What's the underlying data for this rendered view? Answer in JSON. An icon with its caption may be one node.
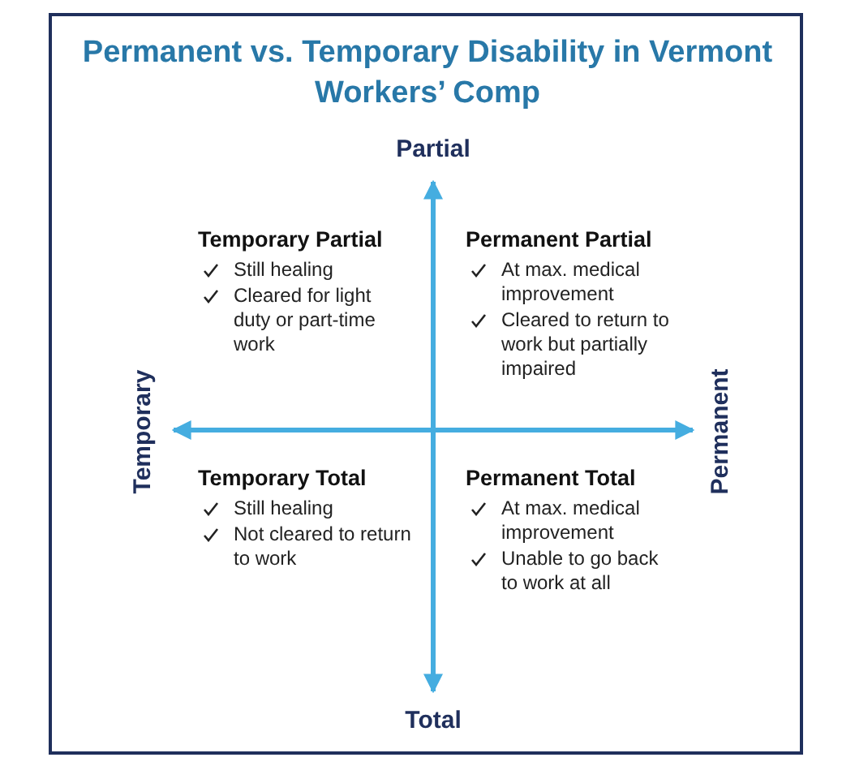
{
  "diagram": {
    "title": "Permanent vs. Temporary Disability in Vermont Workers’ Comp",
    "labels": [
      "Partial",
      "Temporary Partial",
      "Still healing",
      "Cleared for light duty or part-time work",
      "Permanent Partial",
      "At max. medical improvement",
      "Cleared to return to work but partially impaired",
      "Temporary",
      "Permanent",
      "Temporary Total",
      "Still healing",
      "Not cleared to return to work",
      "Permanent Total",
      "At max. medical improvement",
      "Unable to go back to work at all",
      "Total"
    ]
  }
}
